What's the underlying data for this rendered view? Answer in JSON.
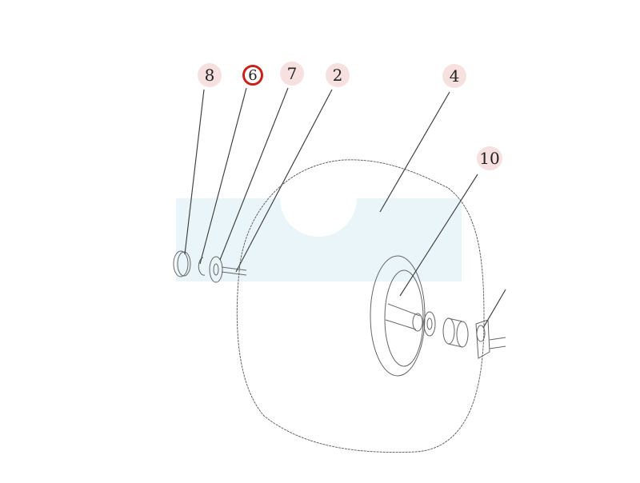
{
  "diagram": {
    "callouts": [
      {
        "id": "8",
        "label": "8",
        "selected": false
      },
      {
        "id": "6",
        "label": "6",
        "selected": true
      },
      {
        "id": "7",
        "label": "7",
        "selected": false
      },
      {
        "id": "2",
        "label": "2",
        "selected": false
      },
      {
        "id": "4",
        "label": "4",
        "selected": false
      },
      {
        "id": "10",
        "label": "10",
        "selected": false
      }
    ],
    "colors": {
      "callout_bg": "#f6e0e0",
      "selected_ring": "#c8221a",
      "highlight_band": "#eaf5fa",
      "line": "#555555"
    }
  }
}
